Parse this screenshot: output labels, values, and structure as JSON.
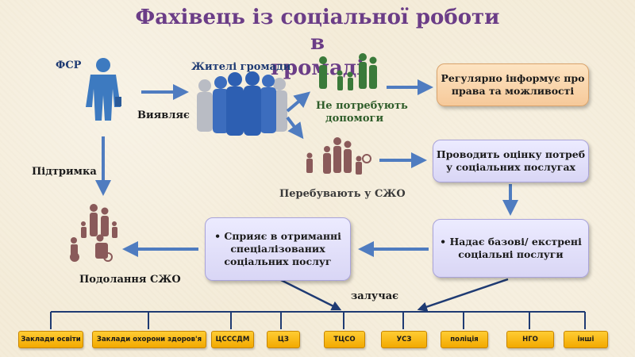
{
  "title_line1": "Фахівець із соціальної роботи в",
  "title_line2": "громаді",
  "labels": {
    "fsr": "ФСР",
    "residents": "Жителі громади",
    "reveals": "Виявляє",
    "support": "Підтримка",
    "no_help_1": "Не потребують",
    "no_help_2": "допомоги",
    "sjo": "Перебувають у СЖО",
    "overcoming": "Подолання СЖО",
    "involves": "залучає"
  },
  "boxes": {
    "informs_1": "Регулярно інформує про",
    "informs_2": "права та можливості",
    "assess_1": "Проводить оцінку потреб",
    "assess_2": "у соціальних послугах",
    "basic_1": "• Надає базові/ екстрені",
    "basic_2": "соціальні послуги",
    "special_1": "• Сприяє в отриманні",
    "special_2": "спеціалізованих",
    "special_3": "соціальних послуг"
  },
  "partners": [
    "Заклади освіти",
    "Заклади охорони здоров'я",
    "ЦСССДМ",
    "ЦЗ",
    "ТЦСО",
    "УСЗ",
    "поліція",
    "НГО",
    "інші"
  ],
  "colors": {
    "title": "#6b3d87",
    "arrow": "#4f7cc0",
    "chip": "#f9b81c",
    "worker": "#3d7ac0",
    "crowd": "#2d5fb2",
    "green_people": "#3a7a3a",
    "brown_people": "#8a5a5a"
  }
}
